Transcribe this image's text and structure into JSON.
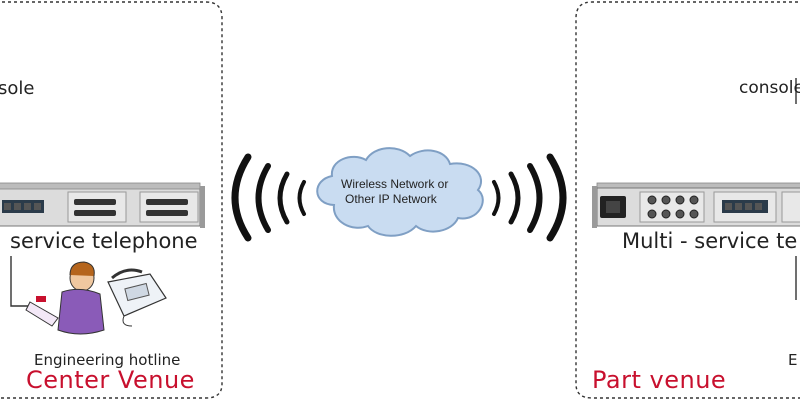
{
  "left_panel": {
    "console_label": "sole",
    "device_label": "service telephone",
    "hotline_label": "Engineering hotline",
    "venue_label": "Center  Venue"
  },
  "network": {
    "cloud_line1": "Wireless Network or",
    "cloud_line2": "Other IP Network"
  },
  "right_panel": {
    "console_label": "console",
    "device_label": "Multi - service te",
    "hotline_label": "E",
    "venue_label": "Part venue"
  },
  "colors": {
    "venue_text": "#c8102e",
    "cloud_fill": "#c9dcf1",
    "cloud_stroke": "#7f9fc4",
    "device_body": "#d8d8d8",
    "wave": "#111111"
  }
}
